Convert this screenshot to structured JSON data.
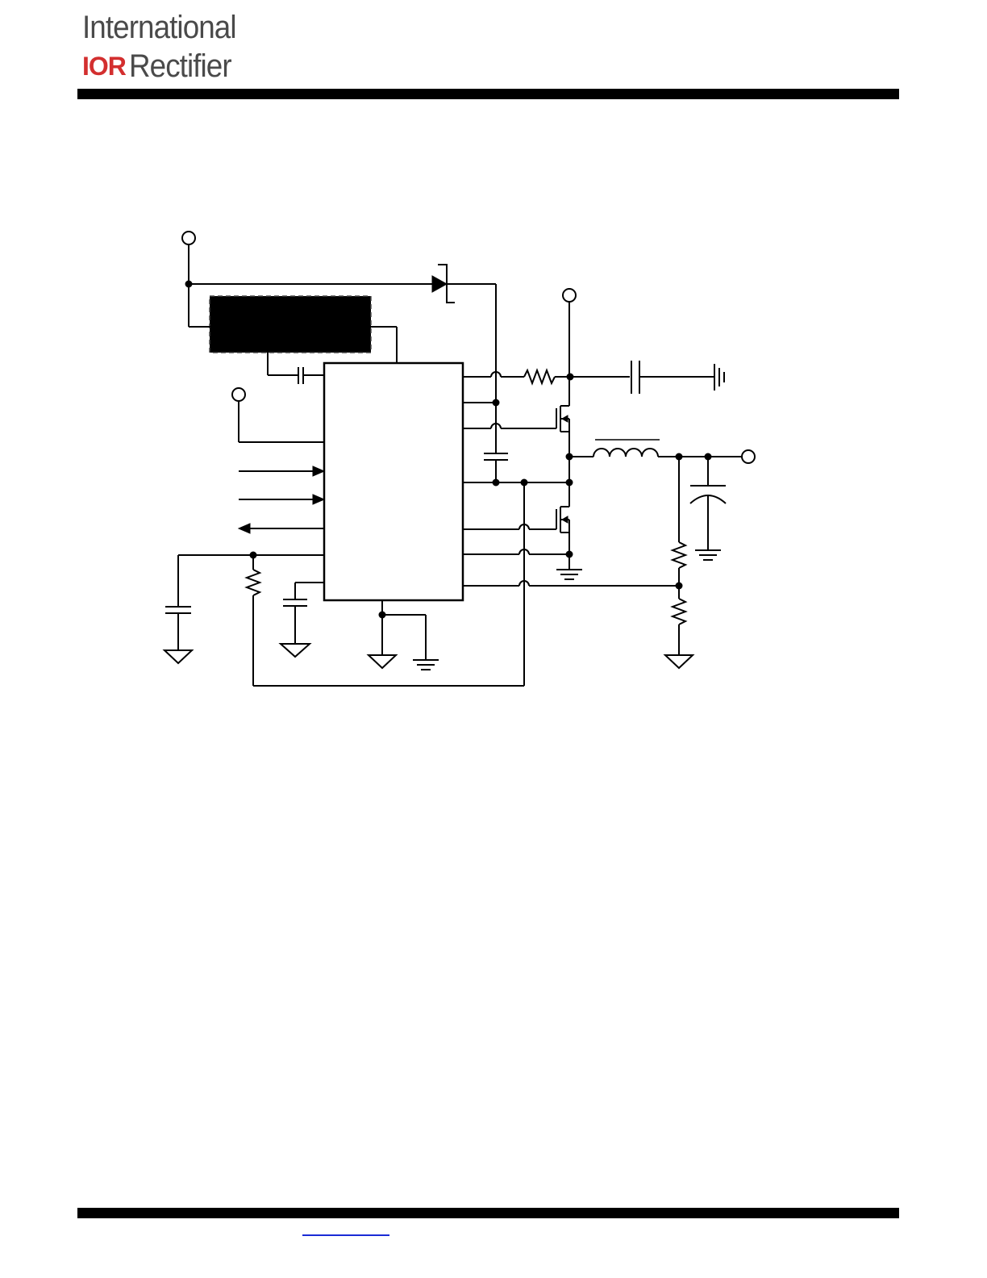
{
  "header": {
    "logo_line1": "International",
    "logo_mark": "IOR",
    "logo_line2": "Rectifier",
    "brand_color": "#d32f2f"
  },
  "footer": {
    "link_color": "#1a2bd6"
  }
}
